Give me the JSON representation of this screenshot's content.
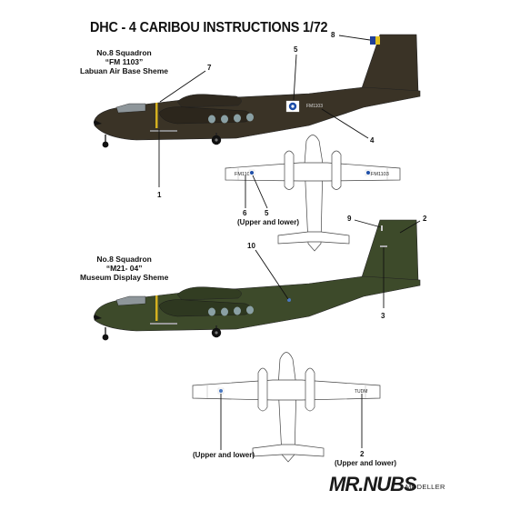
{
  "title": "DHC - 4 CARIBOU INSTRUCTIONS 1/72",
  "schemes": [
    {
      "line1": "No.8 Squadron",
      "line2": "“FM 1103”",
      "line3": "Labuan Air Base Sheme",
      "color": "#3a3326"
    },
    {
      "line1": "No.8 Squadron",
      "line2": "“M21- 04”",
      "line3": "Museum Display Sheme",
      "color": "#3d4a2a"
    }
  ],
  "callouts": {
    "c1": "1",
    "c2a": "2",
    "c2b": "2",
    "c3": "3",
    "c4": "4",
    "c5a": "5",
    "c5b": "5",
    "c6": "6",
    "c7": "7",
    "c8": "8",
    "c9": "9",
    "c10": "10",
    "upper_lower_a": "(Upper and lower)",
    "upper_lower_b": "(Upper and lower)",
    "upper_lower_c": "(Upper and lower)"
  },
  "markings": {
    "fuselage_serial_1": "FM1103",
    "wing_serial_left": "FM1103",
    "wing_serial_right": "FM1103",
    "wing_serial_2": "TUDM"
  },
  "brand": {
    "name": "MR.NUBS",
    "sub": "MODELLER"
  }
}
